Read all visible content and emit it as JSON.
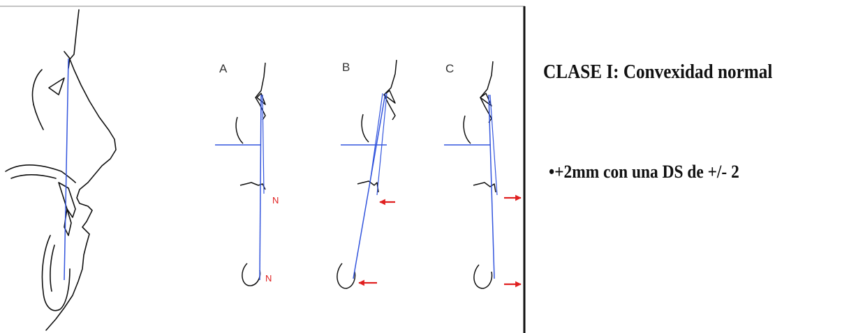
{
  "slide": {
    "title": "CLASE I: Convexidad normal",
    "bullet": "•+2mm con una DS de +/- 2"
  },
  "figure": {
    "panels": [
      {
        "label": "A",
        "markers": [
          "N",
          "N"
        ]
      },
      {
        "label": "B",
        "markers": []
      },
      {
        "label": "C",
        "markers": []
      }
    ]
  },
  "colors": {
    "outline": "#111111",
    "reference_line": "#3355dd",
    "indicator": "#e02020"
  }
}
